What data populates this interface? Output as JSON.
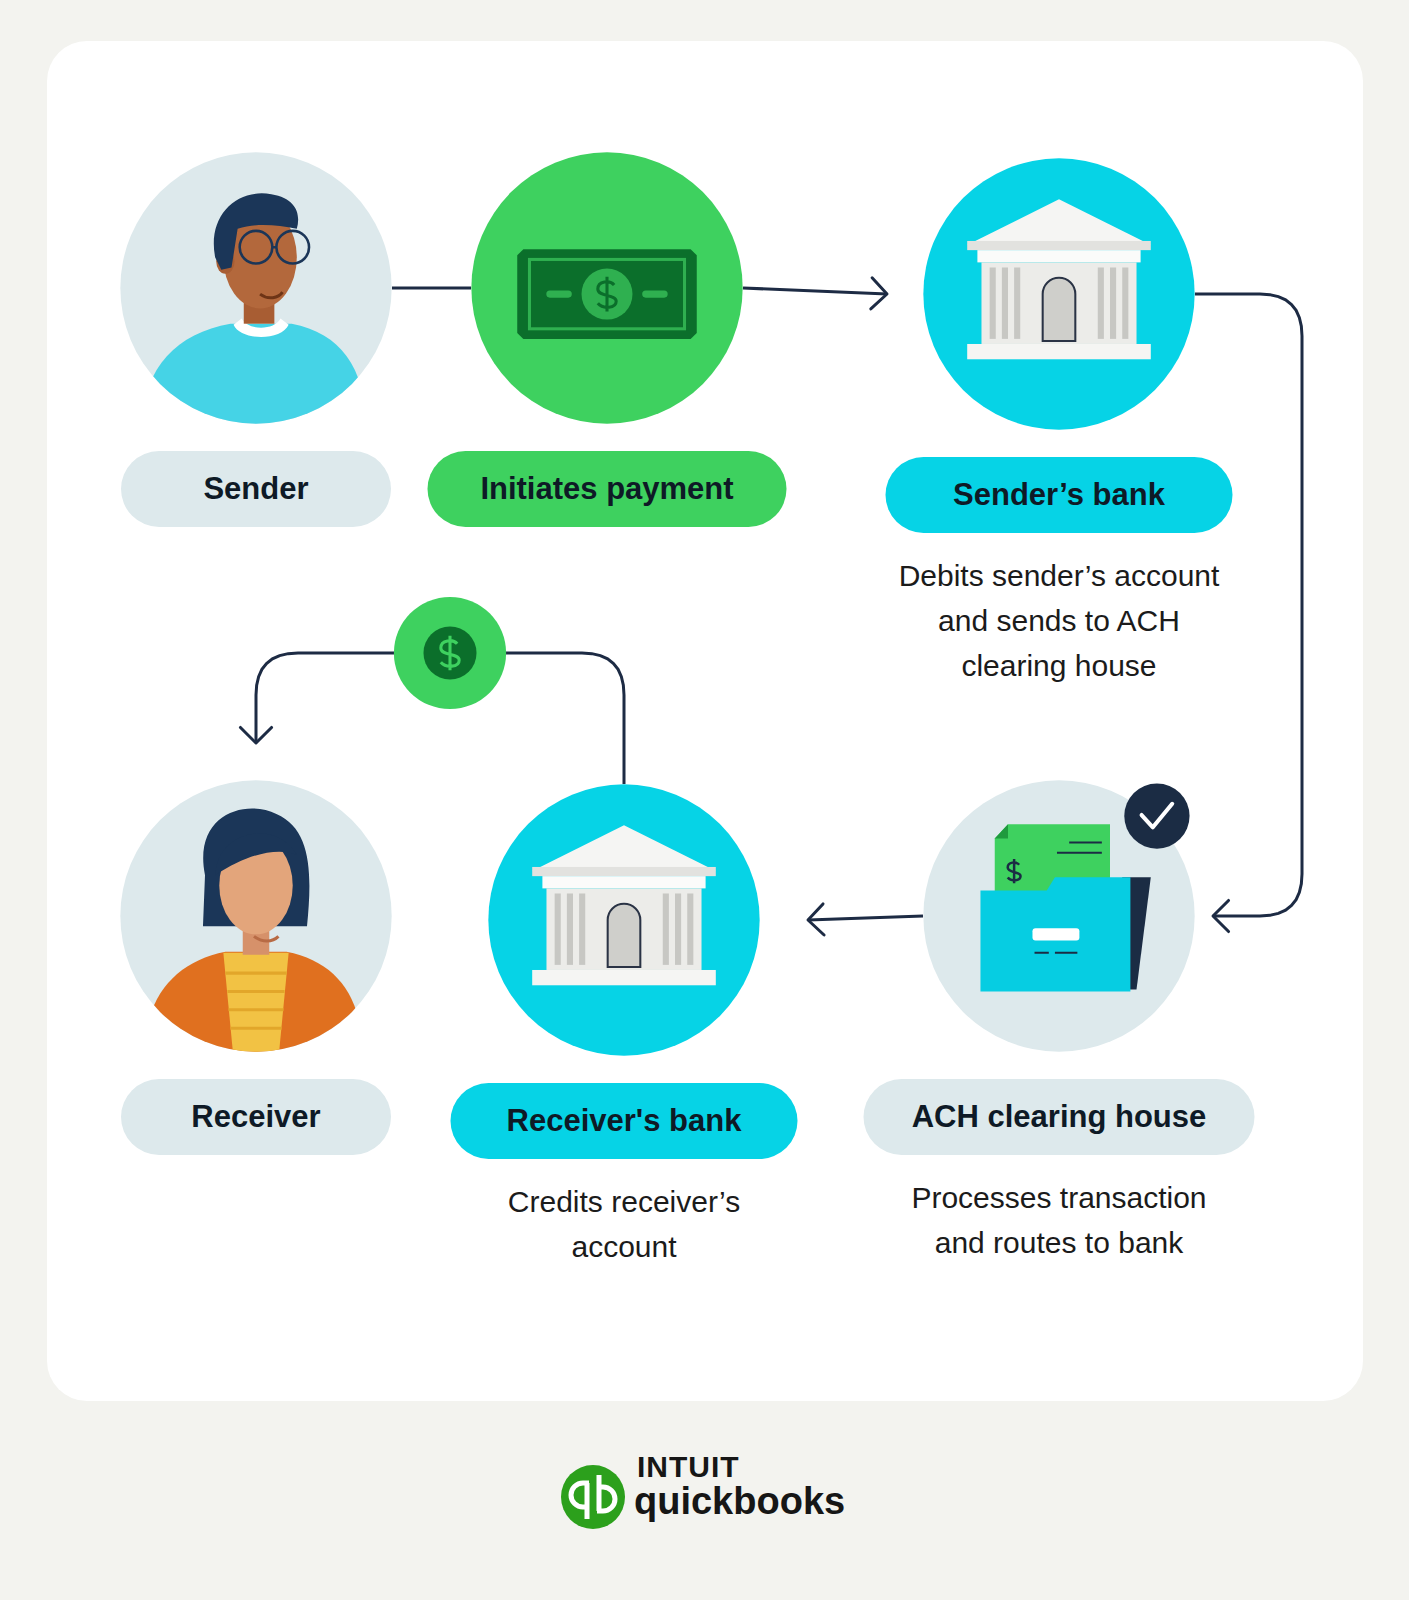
{
  "diagram": {
    "nodes": [
      {
        "text": [
          "Sender"
        ]
      },
      {
        "text": [
          "Initiates payment"
        ]
      },
      {
        "text": [
          "Sender’s bank",
          "Debits sender’s account and sends to ACH clearing house"
        ]
      },
      {
        "text": [
          "Receiver"
        ]
      },
      {
        "text": [
          "Receiver's bank",
          "Credits receiver’s account"
        ]
      },
      {
        "text": [
          "ACH clearing house",
          "Processes transaction and routes to bank"
        ]
      }
    ],
    "edges": [
      {
        "from": 0,
        "to": 1,
        "arrow": "none"
      },
      {
        "from": 1,
        "to": 2,
        "arrow": "to"
      },
      {
        "from": 2,
        "to": 5,
        "arrow": "to"
      },
      {
        "from": 5,
        "to": 4,
        "arrow": "to"
      },
      {
        "from": 4,
        "to": 3,
        "arrow": "to"
      }
    ],
    "labels": [
      "INTUIT",
      "quickbooks"
    ]
  }
}
